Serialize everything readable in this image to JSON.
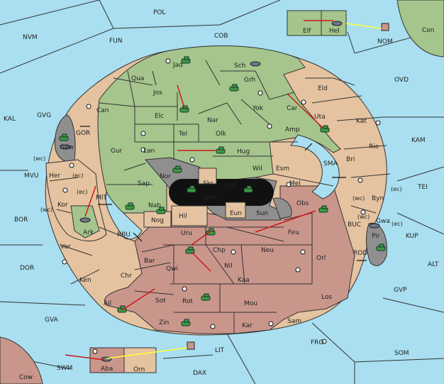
{
  "colors": {
    "sea": "#a9dff0",
    "land_neutral": "#e5c3a0",
    "power_green": "#a5c58c",
    "power_red": "#c9968c",
    "power_dark": "#8f8f8f",
    "order_arrow": "#cc1a1a",
    "support_line": "#ffff33",
    "black": "#111111"
  },
  "sea_labels": [
    "POL",
    "NVM",
    "FUN",
    "COB",
    "KAL",
    "GVG",
    "GOR",
    "MVU",
    "MIT",
    "BOR",
    "RBU",
    "DOR",
    "GVA",
    "SWM",
    "DAX",
    "LIT",
    "FRO",
    "SOM",
    "GVP",
    "ALT",
    "KUP",
    "TEI",
    "BUC",
    "ROD",
    "SMA",
    "KAM",
    "OVD",
    "NOM",
    "Con",
    "Cow"
  ],
  "green_labels": [
    "Jad",
    "Sch",
    "Qua",
    "Jos",
    "Grh",
    "Can",
    "Elc",
    "Yok",
    "Car",
    "Nar",
    "Tel",
    "Olk",
    "Gur",
    "Lan",
    "Hug",
    "Sap",
    "Uta",
    "Ark",
    "Gaw",
    "Elf",
    "Hel"
  ],
  "red_labels": [
    "Obs",
    "Uru",
    "Feu",
    "Chp",
    "Neu",
    "Bar",
    "Qwi",
    "Nil",
    "Orl",
    "Kaa",
    "Ail",
    "Sot",
    "Rot",
    "Mou",
    "Los",
    "Zin",
    "Kar",
    "Aba"
  ],
  "neutral_labels": [
    "Eld",
    "Kat",
    "Rie",
    "Bri",
    "Amp",
    "Esm",
    "Wil",
    "Mel",
    "Byn",
    "Gwa",
    "Her",
    "Kor",
    "Ver",
    "Ken",
    "Chr",
    "Nog",
    "Hil",
    "Nab",
    "Sam",
    "Orn"
  ],
  "dark_labels": [
    "Nor",
    "Skr",
    "Ost",
    "Web",
    "Sun",
    "Eun",
    "Pir"
  ],
  "coast_marks": [
    "(wc)",
    "(ec)",
    "(ec)",
    "(wc)",
    "(wc)",
    "(ec)",
    "(wc)",
    "(ec)"
  ]
}
